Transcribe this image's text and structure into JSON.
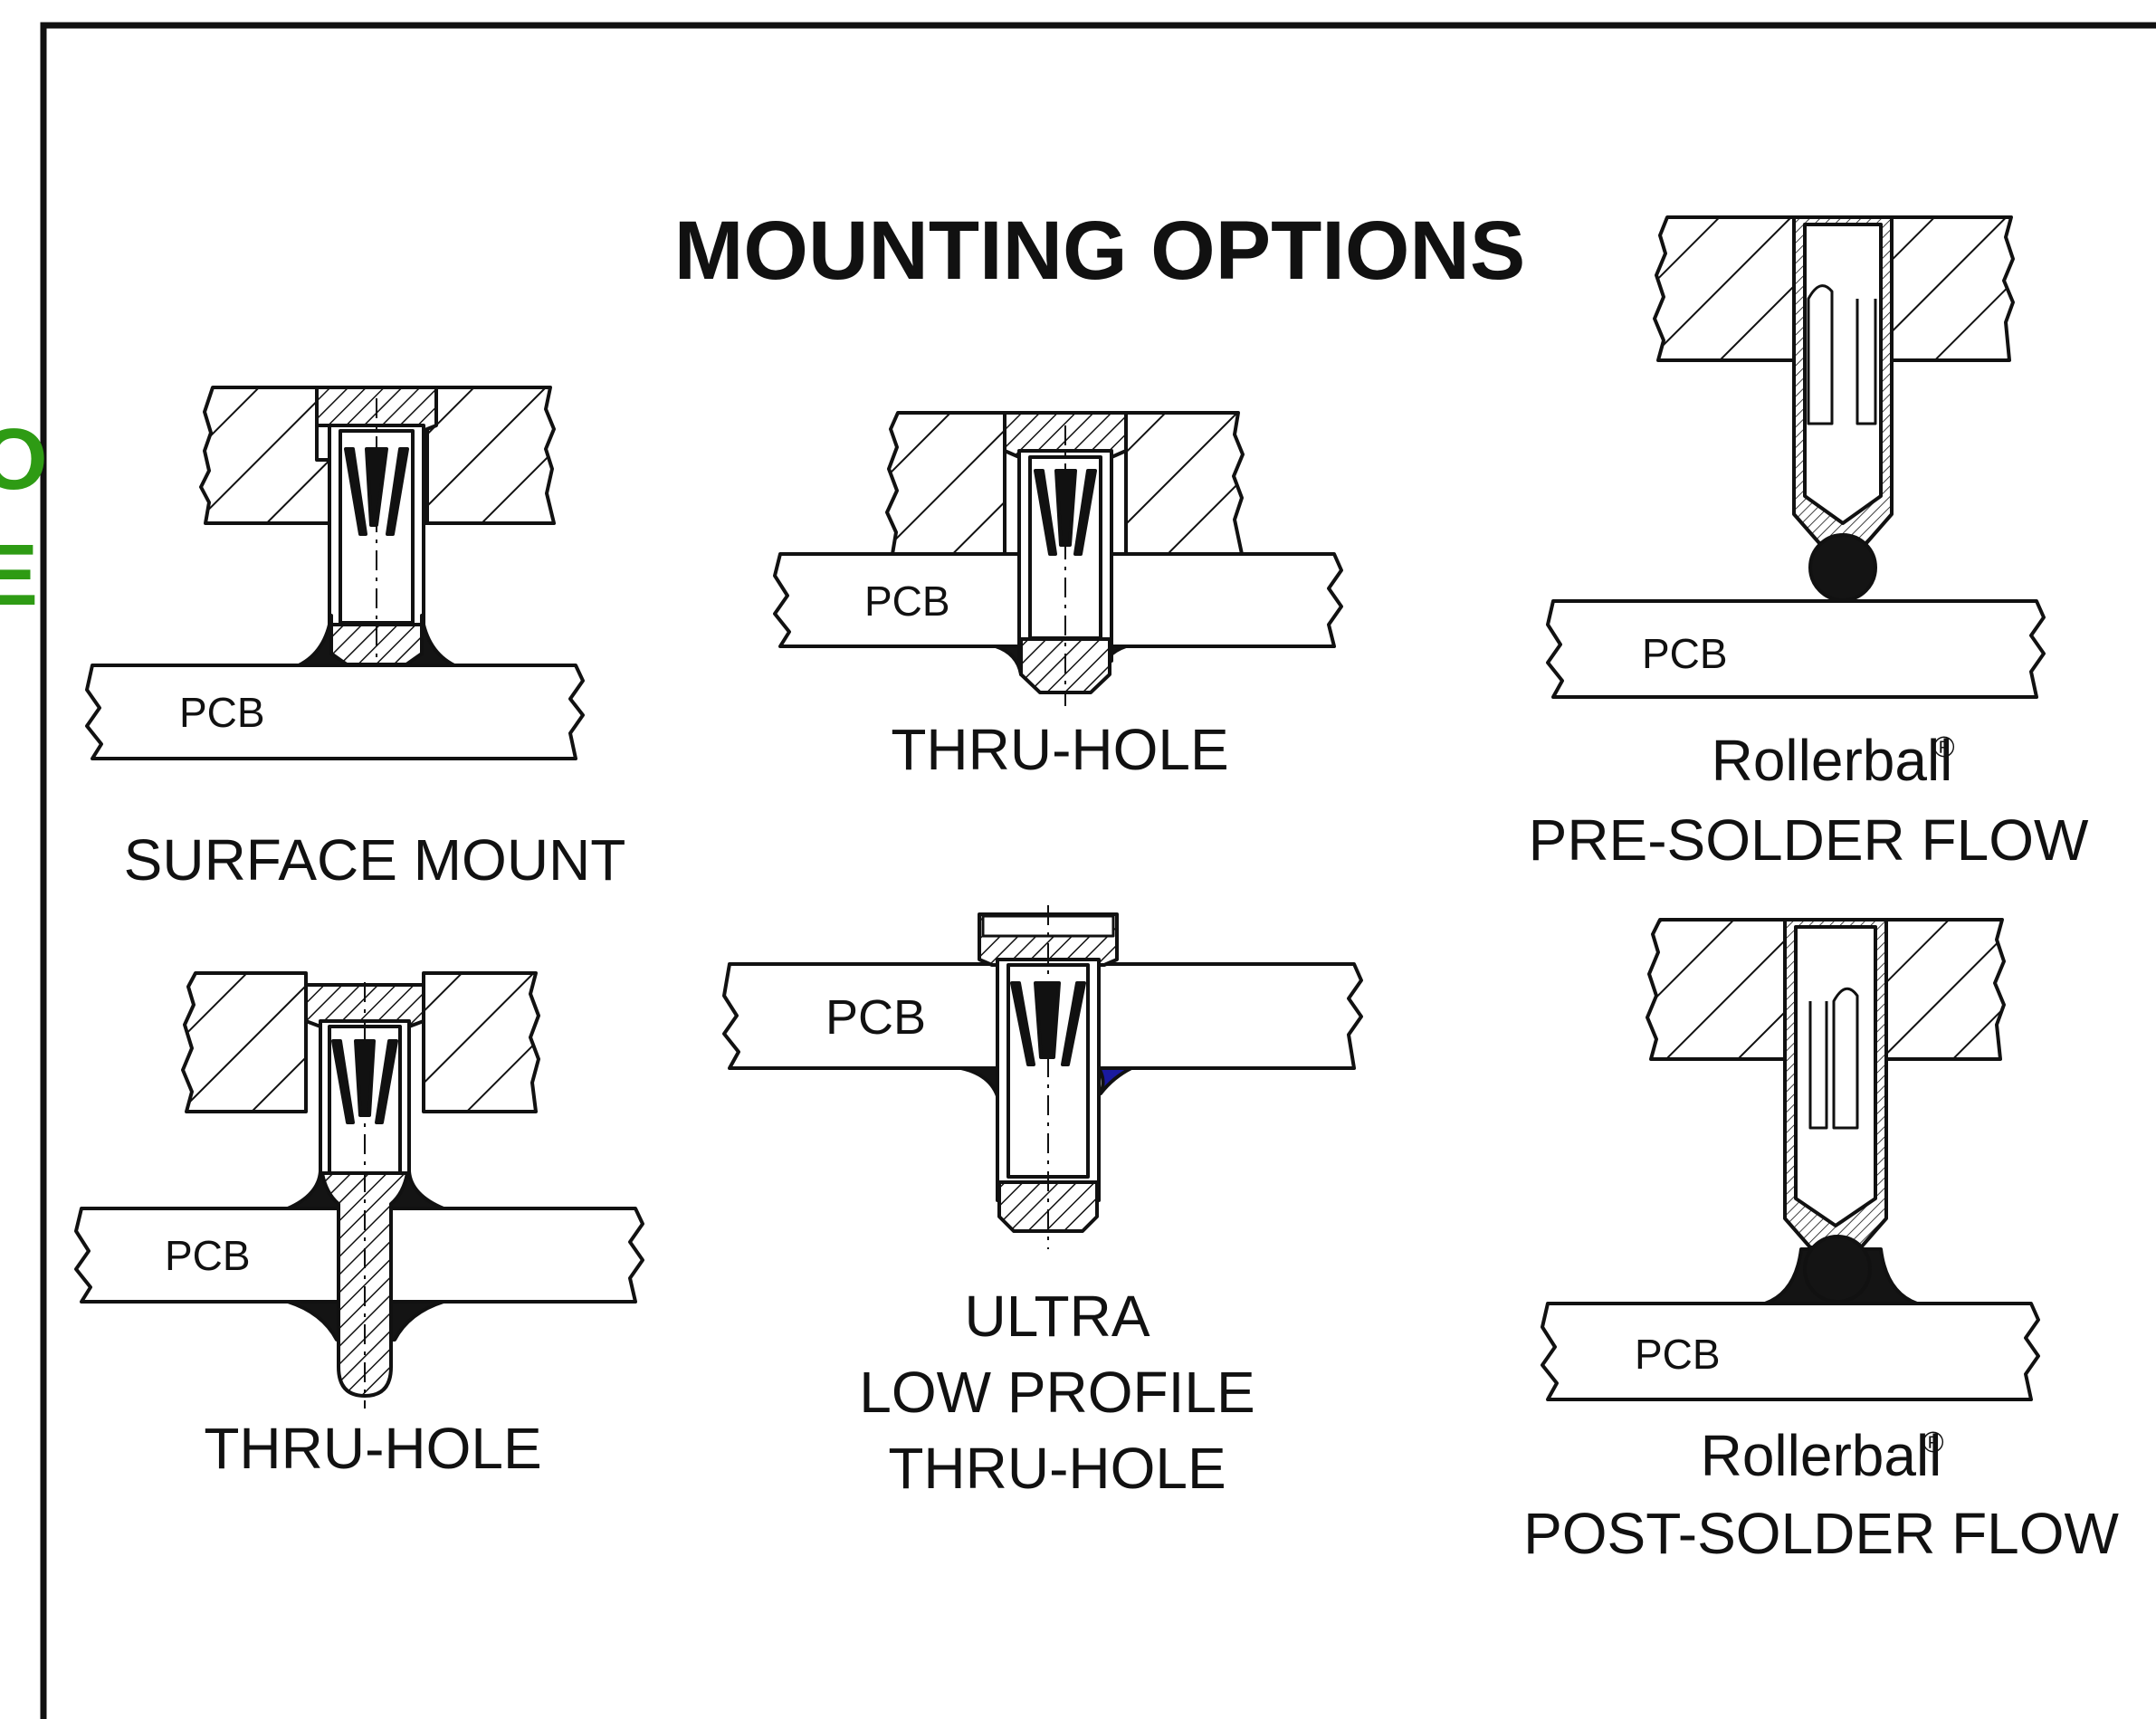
{
  "title": "MOUNTING OPTIONS",
  "edge_letters": [
    "O",
    "E"
  ],
  "colors": {
    "ink": "#111111",
    "edge_text": "#2e9b14",
    "solder": "#141414",
    "paper": "#ffffff"
  },
  "pcb_label": "PCB",
  "options": [
    {
      "id": "surface-mount",
      "caption": [
        "SURFACE MOUNT"
      ]
    },
    {
      "id": "thru-hole-1",
      "caption": [
        "THRU-HOLE"
      ]
    },
    {
      "id": "rollerball-pre",
      "caption": [
        "Rollerball",
        "PRE-SOLDER FLOW"
      ],
      "mark": "®"
    },
    {
      "id": "thru-hole-2",
      "caption": [
        "THRU-HOLE"
      ]
    },
    {
      "id": "ultra-low-profile",
      "caption": [
        "ULTRA",
        "LOW PROFILE",
        "THRU-HOLE"
      ]
    },
    {
      "id": "rollerball-post",
      "caption": [
        "Rollerball",
        "POST-SOLDER FLOW"
      ],
      "mark": "®"
    }
  ]
}
